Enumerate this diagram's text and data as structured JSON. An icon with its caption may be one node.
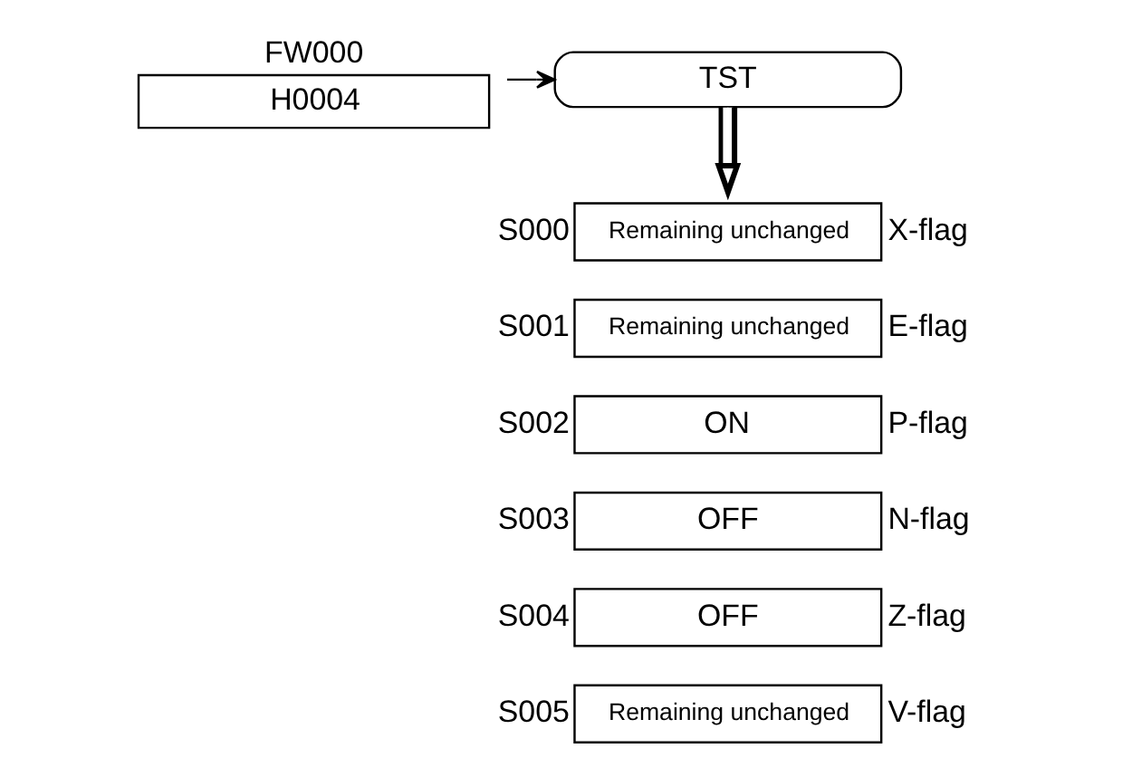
{
  "diagram": {
    "nodes": [
      {
        "text": [
          "FW000",
          "H0004"
        ]
      },
      {
        "text": [
          "TST"
        ]
      },
      {
        "text": [
          "Remaining unchanged"
        ],
        "beside": [
          "S000",
          "X-flag"
        ]
      },
      {
        "text": [
          "Remaining unchanged"
        ],
        "beside": [
          "S001",
          "E-flag"
        ]
      },
      {
        "text": [
          "ON"
        ],
        "beside": [
          "S002",
          "P-flag"
        ]
      },
      {
        "text": [
          "OFF"
        ],
        "beside": [
          "S003",
          "N-flag"
        ]
      },
      {
        "text": [
          "OFF"
        ],
        "beside": [
          "S004",
          "Z-flag"
        ]
      },
      {
        "text": [
          "Remaining unchanged"
        ],
        "beside": [
          "S005",
          "V-flag"
        ]
      }
    ],
    "edges": [
      {
        "from": 0,
        "to": 1,
        "arrow": "to"
      },
      {
        "from": 1,
        "to": 2,
        "arrow": "to",
        "style": "thick"
      }
    ]
  }
}
